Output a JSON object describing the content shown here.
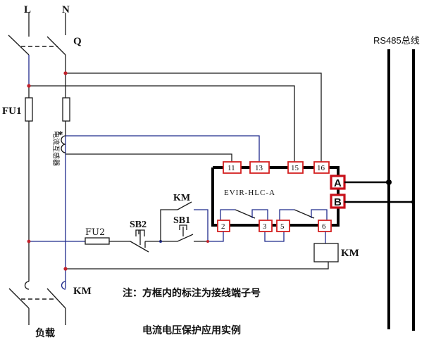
{
  "labels": {
    "line_L": "L",
    "line_N": "N",
    "breaker_Q": "Q",
    "fuse_FU1": "FU1",
    "ct": "电流互感器",
    "ct_star": "*",
    "fuse_FU2": "FU2",
    "button_SB2": "SB2",
    "button_SB1": "SB1",
    "contact_KM_top": "KM",
    "coil_KM": "KM",
    "contactor_KM_bottom": "KM",
    "load": "负载",
    "device_model": "EVIR-HLC-A",
    "bus_label": "RS485总线",
    "note": "注：方框内的标注为接线端子号",
    "caption": "电流电压保护应用实例"
  },
  "terminals": {
    "t11": "11",
    "t13": "13",
    "t15": "15",
    "t16": "16",
    "t2": "2",
    "t3": "3",
    "t5": "5",
    "t6": "6",
    "tA": "A",
    "tB": "B"
  },
  "colors": {
    "terminal_border": "#d42020",
    "rs485_terminal_border": "#c8101a",
    "wire_black": "#1a1a1a",
    "wire_blue": "#1f2a8c",
    "junction_red": "#c0202a"
  }
}
